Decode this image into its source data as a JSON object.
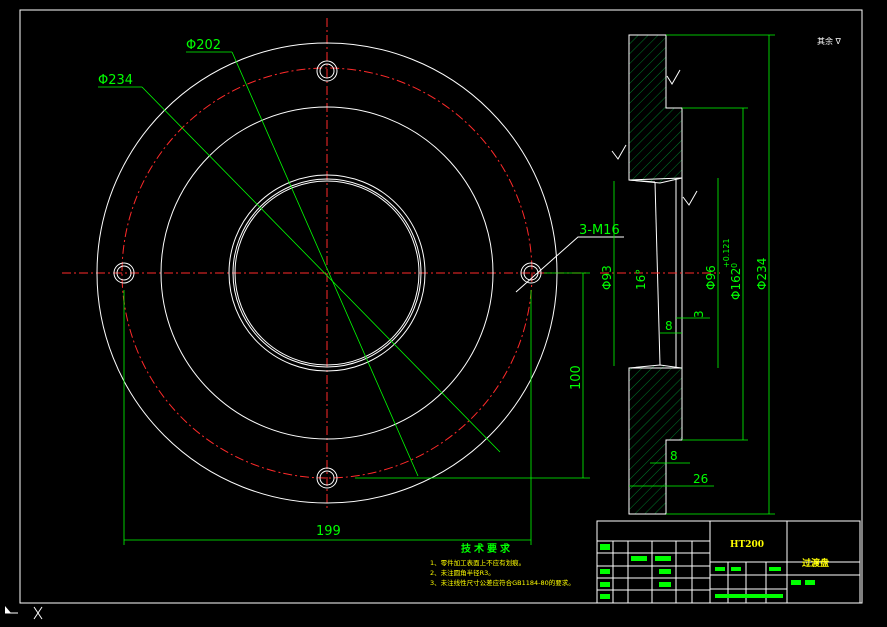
{
  "drawing": {
    "front_view": {
      "dims": {
        "d202": "Φ202",
        "d234": "Φ234",
        "holes": "3-M16",
        "height_100": "100",
        "width_199": "199"
      }
    },
    "section_view": {
      "dims": {
        "d93": "Φ93",
        "angle": "16°",
        "d96": "Φ96",
        "d162": "Φ162",
        "d162_tol": "+0.121",
        "d162_tol_low": "0",
        "d234": "Φ234",
        "w3": "3",
        "w8_inner": "8",
        "w8_outer": "8",
        "w26": "26"
      }
    },
    "roughness_note": "其余 ∇",
    "tech_requirements": {
      "title": "技术要求",
      "items": [
        "1、零件加工表面上不应有划痕。",
        "2、未注圆角半径R3。",
        "3、未注线性尺寸公差应符合GB1184-80的要求。"
      ]
    },
    "title_block": {
      "material": "HT200",
      "part_name": "过渡盘"
    }
  },
  "colors": {
    "background": "#000000",
    "outline": "#ffffff",
    "dimension": "#00ff00",
    "centerline": "#ff2a2a",
    "text": "#ffff00"
  },
  "icons": {
    "ucs": "ucs-axis-icon"
  }
}
